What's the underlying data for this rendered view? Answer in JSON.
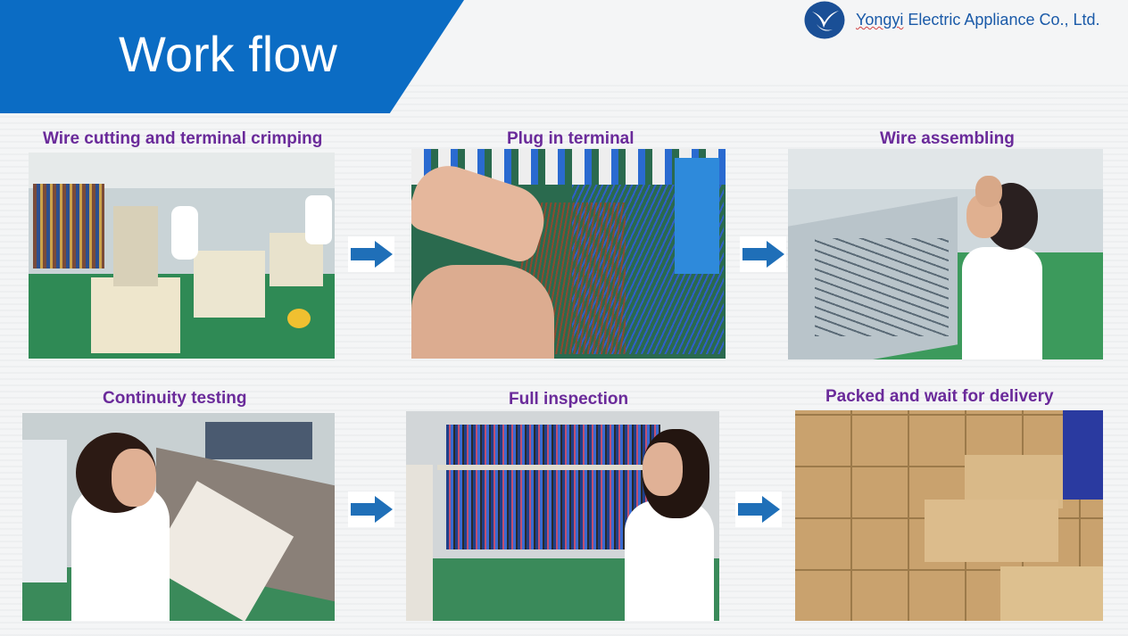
{
  "header": {
    "title": "Work flow",
    "company_name_first": "Yongyi",
    "company_name_rest": " Electric Appliance Co., Ltd."
  },
  "steps": [
    {
      "caption": "Wire cutting and terminal crimping",
      "photo": "wire-cutting-photo"
    },
    {
      "caption": "Plug in terminal",
      "photo": "plug-in-terminal-photo"
    },
    {
      "caption": "Wire assembling",
      "photo": "wire-assembling-photo"
    },
    {
      "caption": "Continuity testing",
      "photo": "continuity-testing-photo"
    },
    {
      "caption": "Full inspection",
      "photo": "full-inspection-photo"
    },
    {
      "caption": "Packed and wait for delivery",
      "photo": "packed-photo"
    }
  ],
  "arrows": [
    "arrow-right-icon",
    "arrow-right-icon",
    "arrow-right-icon",
    "arrow-right-icon"
  ],
  "colors": {
    "banner": "#0b6cc4",
    "caption": "#6a2a9a",
    "company": "#1a5aa8",
    "arrow": "#1f6fb8"
  }
}
